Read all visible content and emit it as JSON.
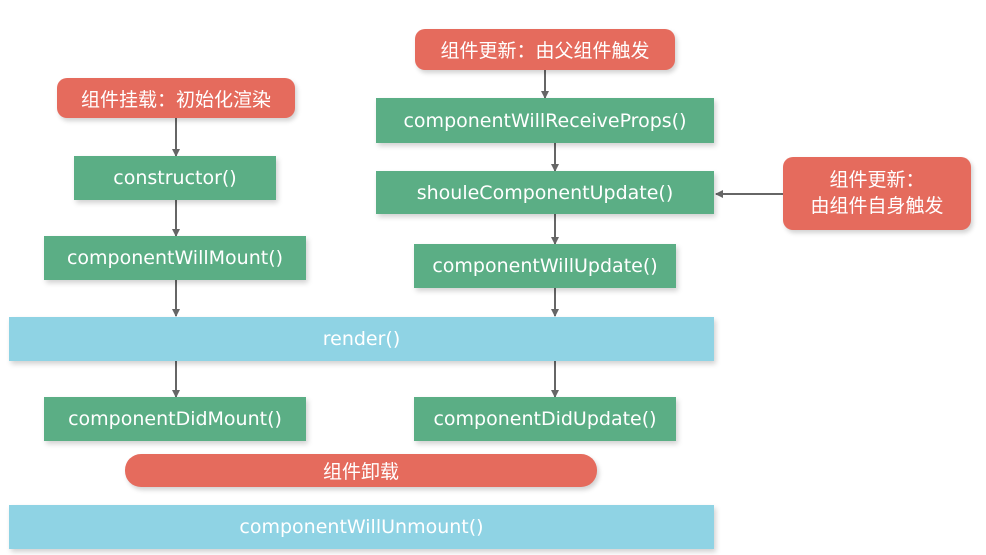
{
  "mount": {
    "trigger": "组件挂载：初始化渲染",
    "constructor": "constructor()",
    "will_mount": "componentWillMount()",
    "did_mount": "componentDidMount()"
  },
  "update_parent": {
    "trigger": "组件更新：由父组件触发",
    "will_receive_props": "componentWillReceiveProps()",
    "should_update": "shouleComponentUpdate()",
    "will_update": "componentWillUpdate()",
    "did_update": "componentDidUpdate()"
  },
  "update_self": {
    "line1": "组件更新：",
    "line2": "由组件自身触发"
  },
  "render": "render()",
  "unmount": {
    "trigger": "组件卸载",
    "will_unmount": "componentWillUnmount()"
  },
  "colors": {
    "method": "#5bae85",
    "render": "#8fd3e4",
    "trigger": "#e56b5d",
    "arrow": "#666666",
    "text": "#ffffff"
  }
}
